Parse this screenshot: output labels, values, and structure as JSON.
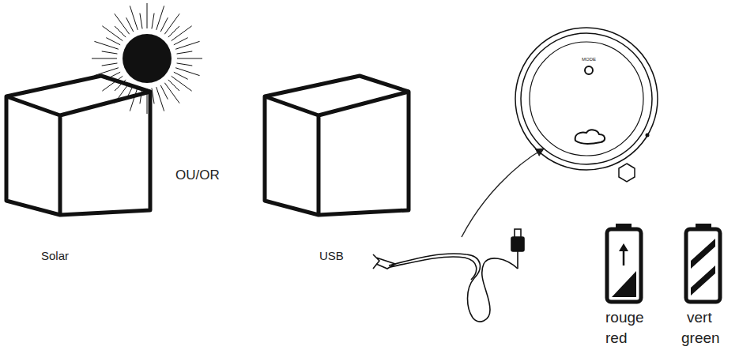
{
  "diagram": {
    "labels": [
      "Solar",
      "OU/OR",
      "USB",
      "MODE",
      "rouge",
      "red",
      "vert",
      "green"
    ]
  }
}
